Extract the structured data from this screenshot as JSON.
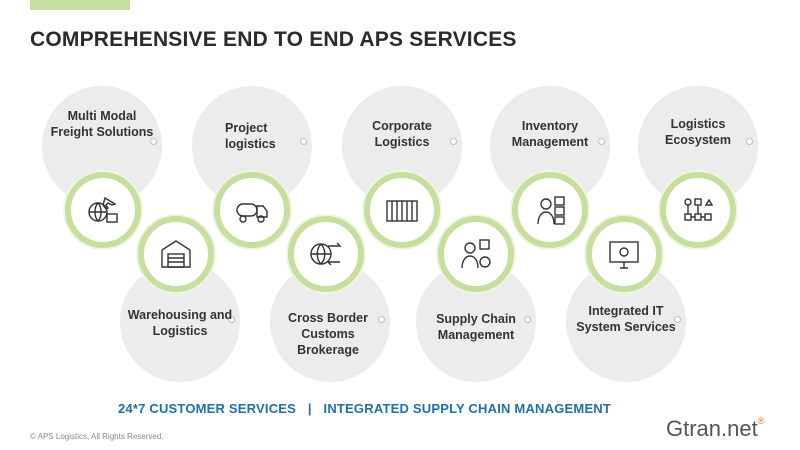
{
  "title": "COMPREHENSIVE END TO END APS SERVICES",
  "services": [
    {
      "label": "Multi Modal Freight Solutions",
      "icon": "globe-cargo-plane-icon"
    },
    {
      "label": "Warehousing and Logistics",
      "icon": "warehouse-icon"
    },
    {
      "label": "Project logistics",
      "icon": "tanker-truck-icon"
    },
    {
      "label": "Cross Border Customs Brokerage",
      "icon": "globe-arrows-icon"
    },
    {
      "label": "Corporate Logistics",
      "icon": "shipping-container-icon"
    },
    {
      "label": "Supply Chain Management",
      "icon": "worker-boxes-icon"
    },
    {
      "label": "Inventory Management",
      "icon": "inventory-worker-icon"
    },
    {
      "label": "Integrated IT System Services",
      "icon": "computer-monitor-icon"
    },
    {
      "label": "Logistics Ecosystem",
      "icon": "flow-network-icon"
    }
  ],
  "footer": {
    "left": "24*7 CUSTOMER SERVICES",
    "separator": "|",
    "right": "INTEGRATED SUPPLY CHAIN MANAGEMENT"
  },
  "copyright": "© APS Logistics, All Rights Reserved.",
  "brand": {
    "name": "Gtran.net",
    "mark": "®"
  },
  "colors": {
    "ring": "#c6df9e",
    "bubble": "#ececec",
    "footer_text": "#1f6fa8",
    "top_bar": "#c5dfa3"
  }
}
